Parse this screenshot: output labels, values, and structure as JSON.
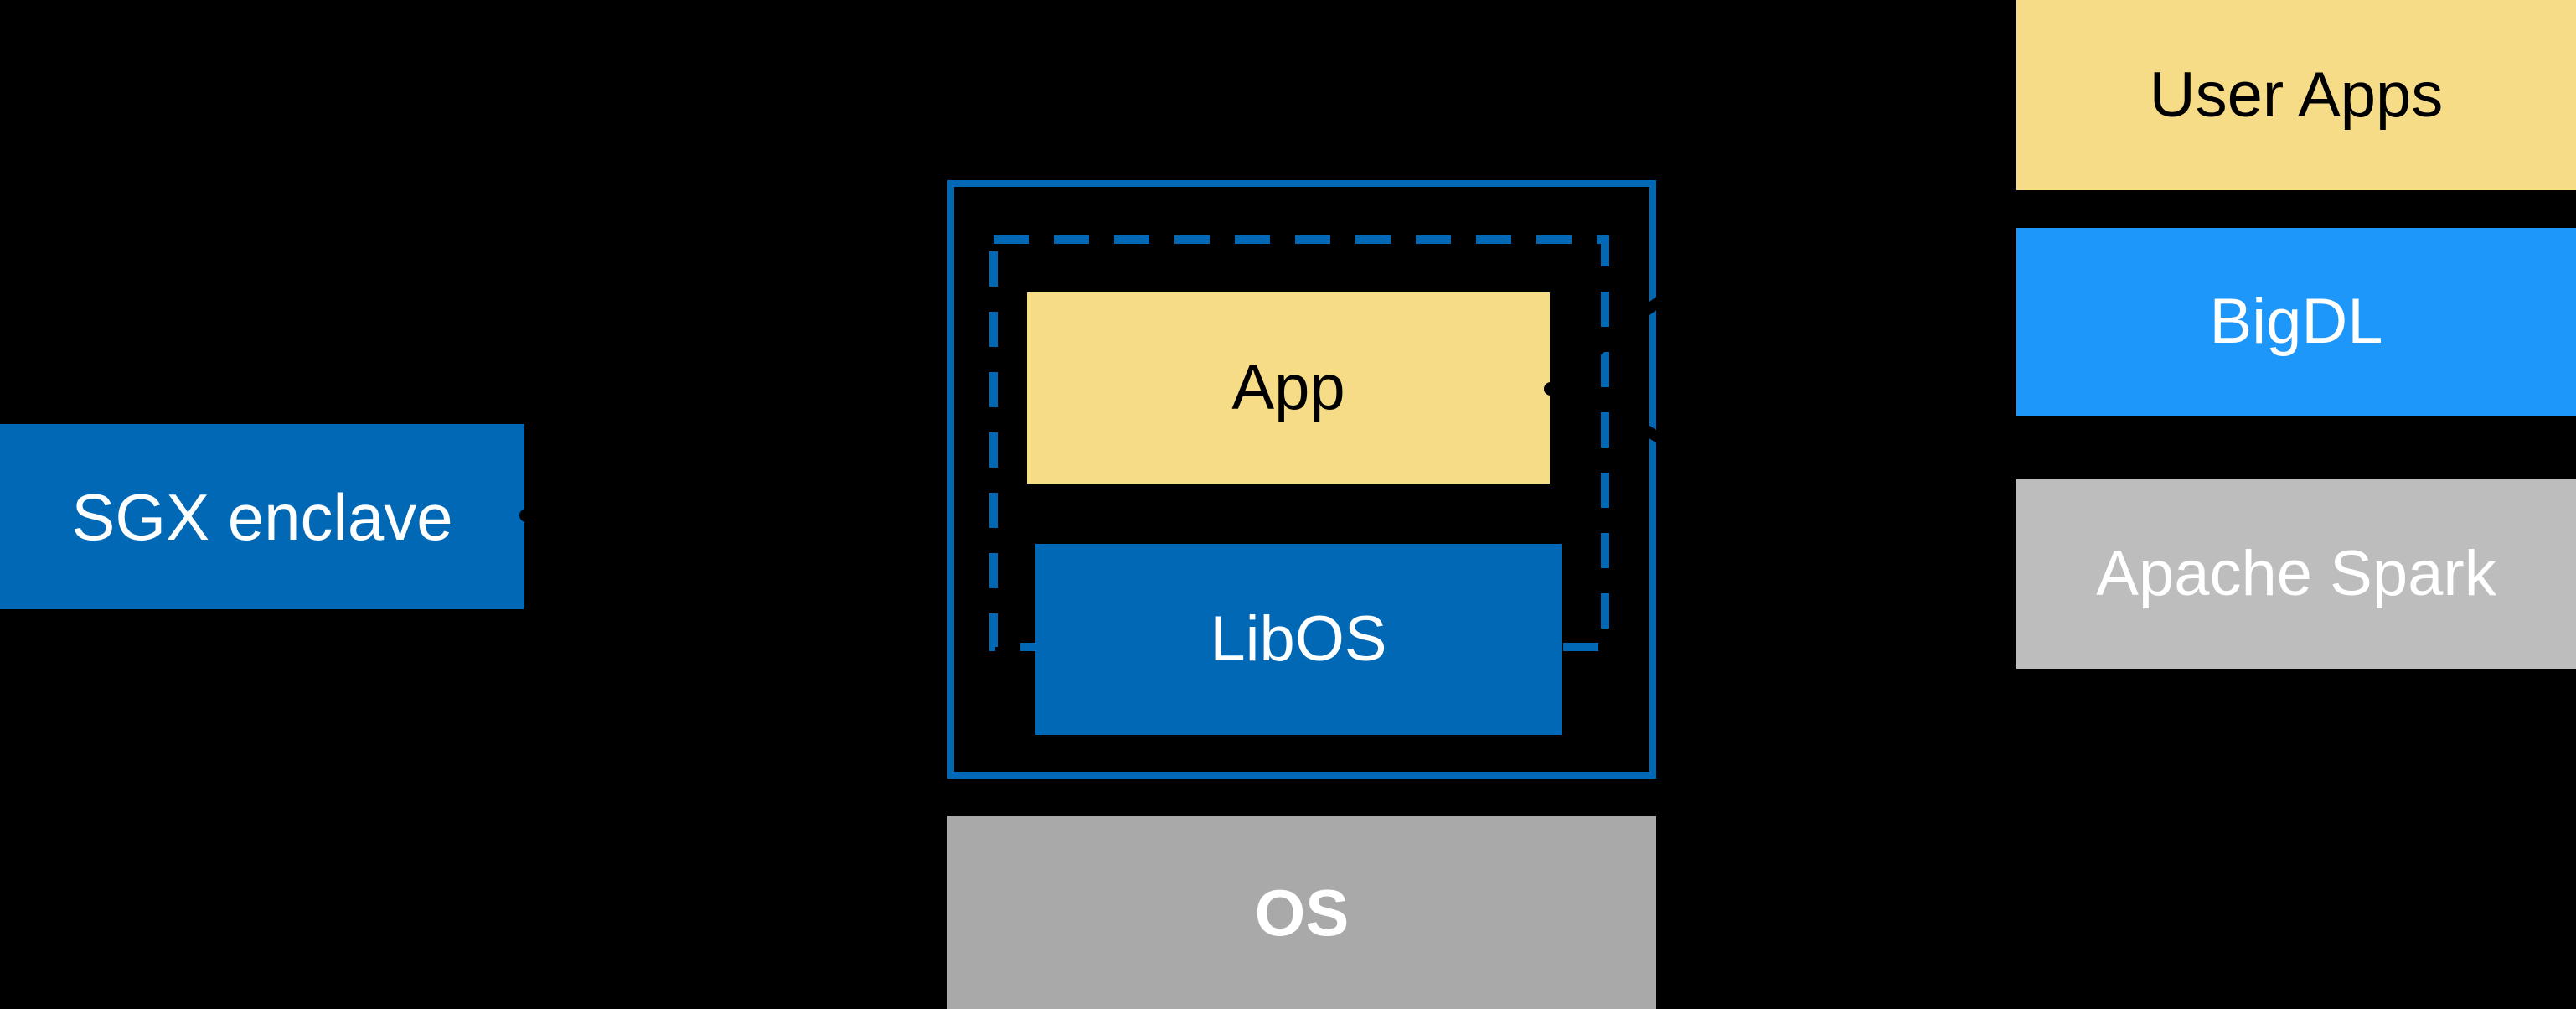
{
  "diagram": {
    "left_box": {
      "label": "SGX enclave"
    },
    "enclave": {
      "app_label": "App",
      "libos_label": "LibOS"
    },
    "os_box": {
      "label": "OS"
    },
    "right_stack": {
      "items": [
        {
          "label": "User Apps"
        },
        {
          "label": "BigDL"
        },
        {
          "label": "Apache Spark"
        }
      ]
    }
  },
  "colors": {
    "background": "#000000",
    "intel_blue": "#0068B5",
    "bright_blue": "#1E97FA",
    "yellow": "#F7DC88",
    "gray_os": "#A9A9A9",
    "gray_spark": "#BDBDBD",
    "ink": "#000000",
    "fragment_black": "#000000"
  }
}
